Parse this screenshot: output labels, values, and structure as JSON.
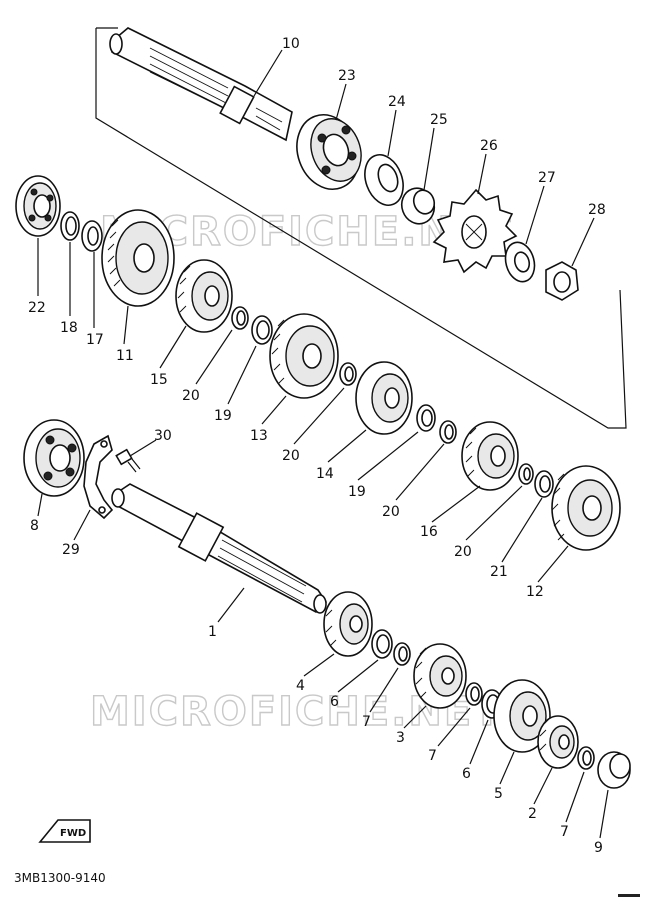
{
  "watermark": "MICROFICHE.NET",
  "diagram_code": "3MB1300-9140",
  "fwd_label": "FWD",
  "callouts": [
    {
      "id": "10",
      "text": "10"
    },
    {
      "id": "23",
      "text": "23"
    },
    {
      "id": "24",
      "text": "24"
    },
    {
      "id": "25",
      "text": "25"
    },
    {
      "id": "26",
      "text": "26"
    },
    {
      "id": "27",
      "text": "27"
    },
    {
      "id": "28",
      "text": "28"
    },
    {
      "id": "22",
      "text": "22"
    },
    {
      "id": "18",
      "text": "18"
    },
    {
      "id": "17",
      "text": "17"
    },
    {
      "id": "11",
      "text": "11"
    },
    {
      "id": "15",
      "text": "15"
    },
    {
      "id": "20a",
      "text": "20"
    },
    {
      "id": "19a",
      "text": "19"
    },
    {
      "id": "13",
      "text": "13"
    },
    {
      "id": "20b",
      "text": "20"
    },
    {
      "id": "14",
      "text": "14"
    },
    {
      "id": "19b",
      "text": "19"
    },
    {
      "id": "20c",
      "text": "20"
    },
    {
      "id": "16",
      "text": "16"
    },
    {
      "id": "20d",
      "text": "20"
    },
    {
      "id": "21",
      "text": "21"
    },
    {
      "id": "12",
      "text": "12"
    },
    {
      "id": "30",
      "text": "30"
    },
    {
      "id": "8",
      "text": "8"
    },
    {
      "id": "29",
      "text": "29"
    },
    {
      "id": "1",
      "text": "1"
    },
    {
      "id": "4",
      "text": "4"
    },
    {
      "id": "6a",
      "text": "6"
    },
    {
      "id": "7a",
      "text": "7"
    },
    {
      "id": "3",
      "text": "3"
    },
    {
      "id": "7b",
      "text": "7"
    },
    {
      "id": "6b",
      "text": "6"
    },
    {
      "id": "5",
      "text": "5"
    },
    {
      "id": "2",
      "text": "2"
    },
    {
      "id": "7c",
      "text": "7"
    },
    {
      "id": "9",
      "text": "9"
    }
  ]
}
